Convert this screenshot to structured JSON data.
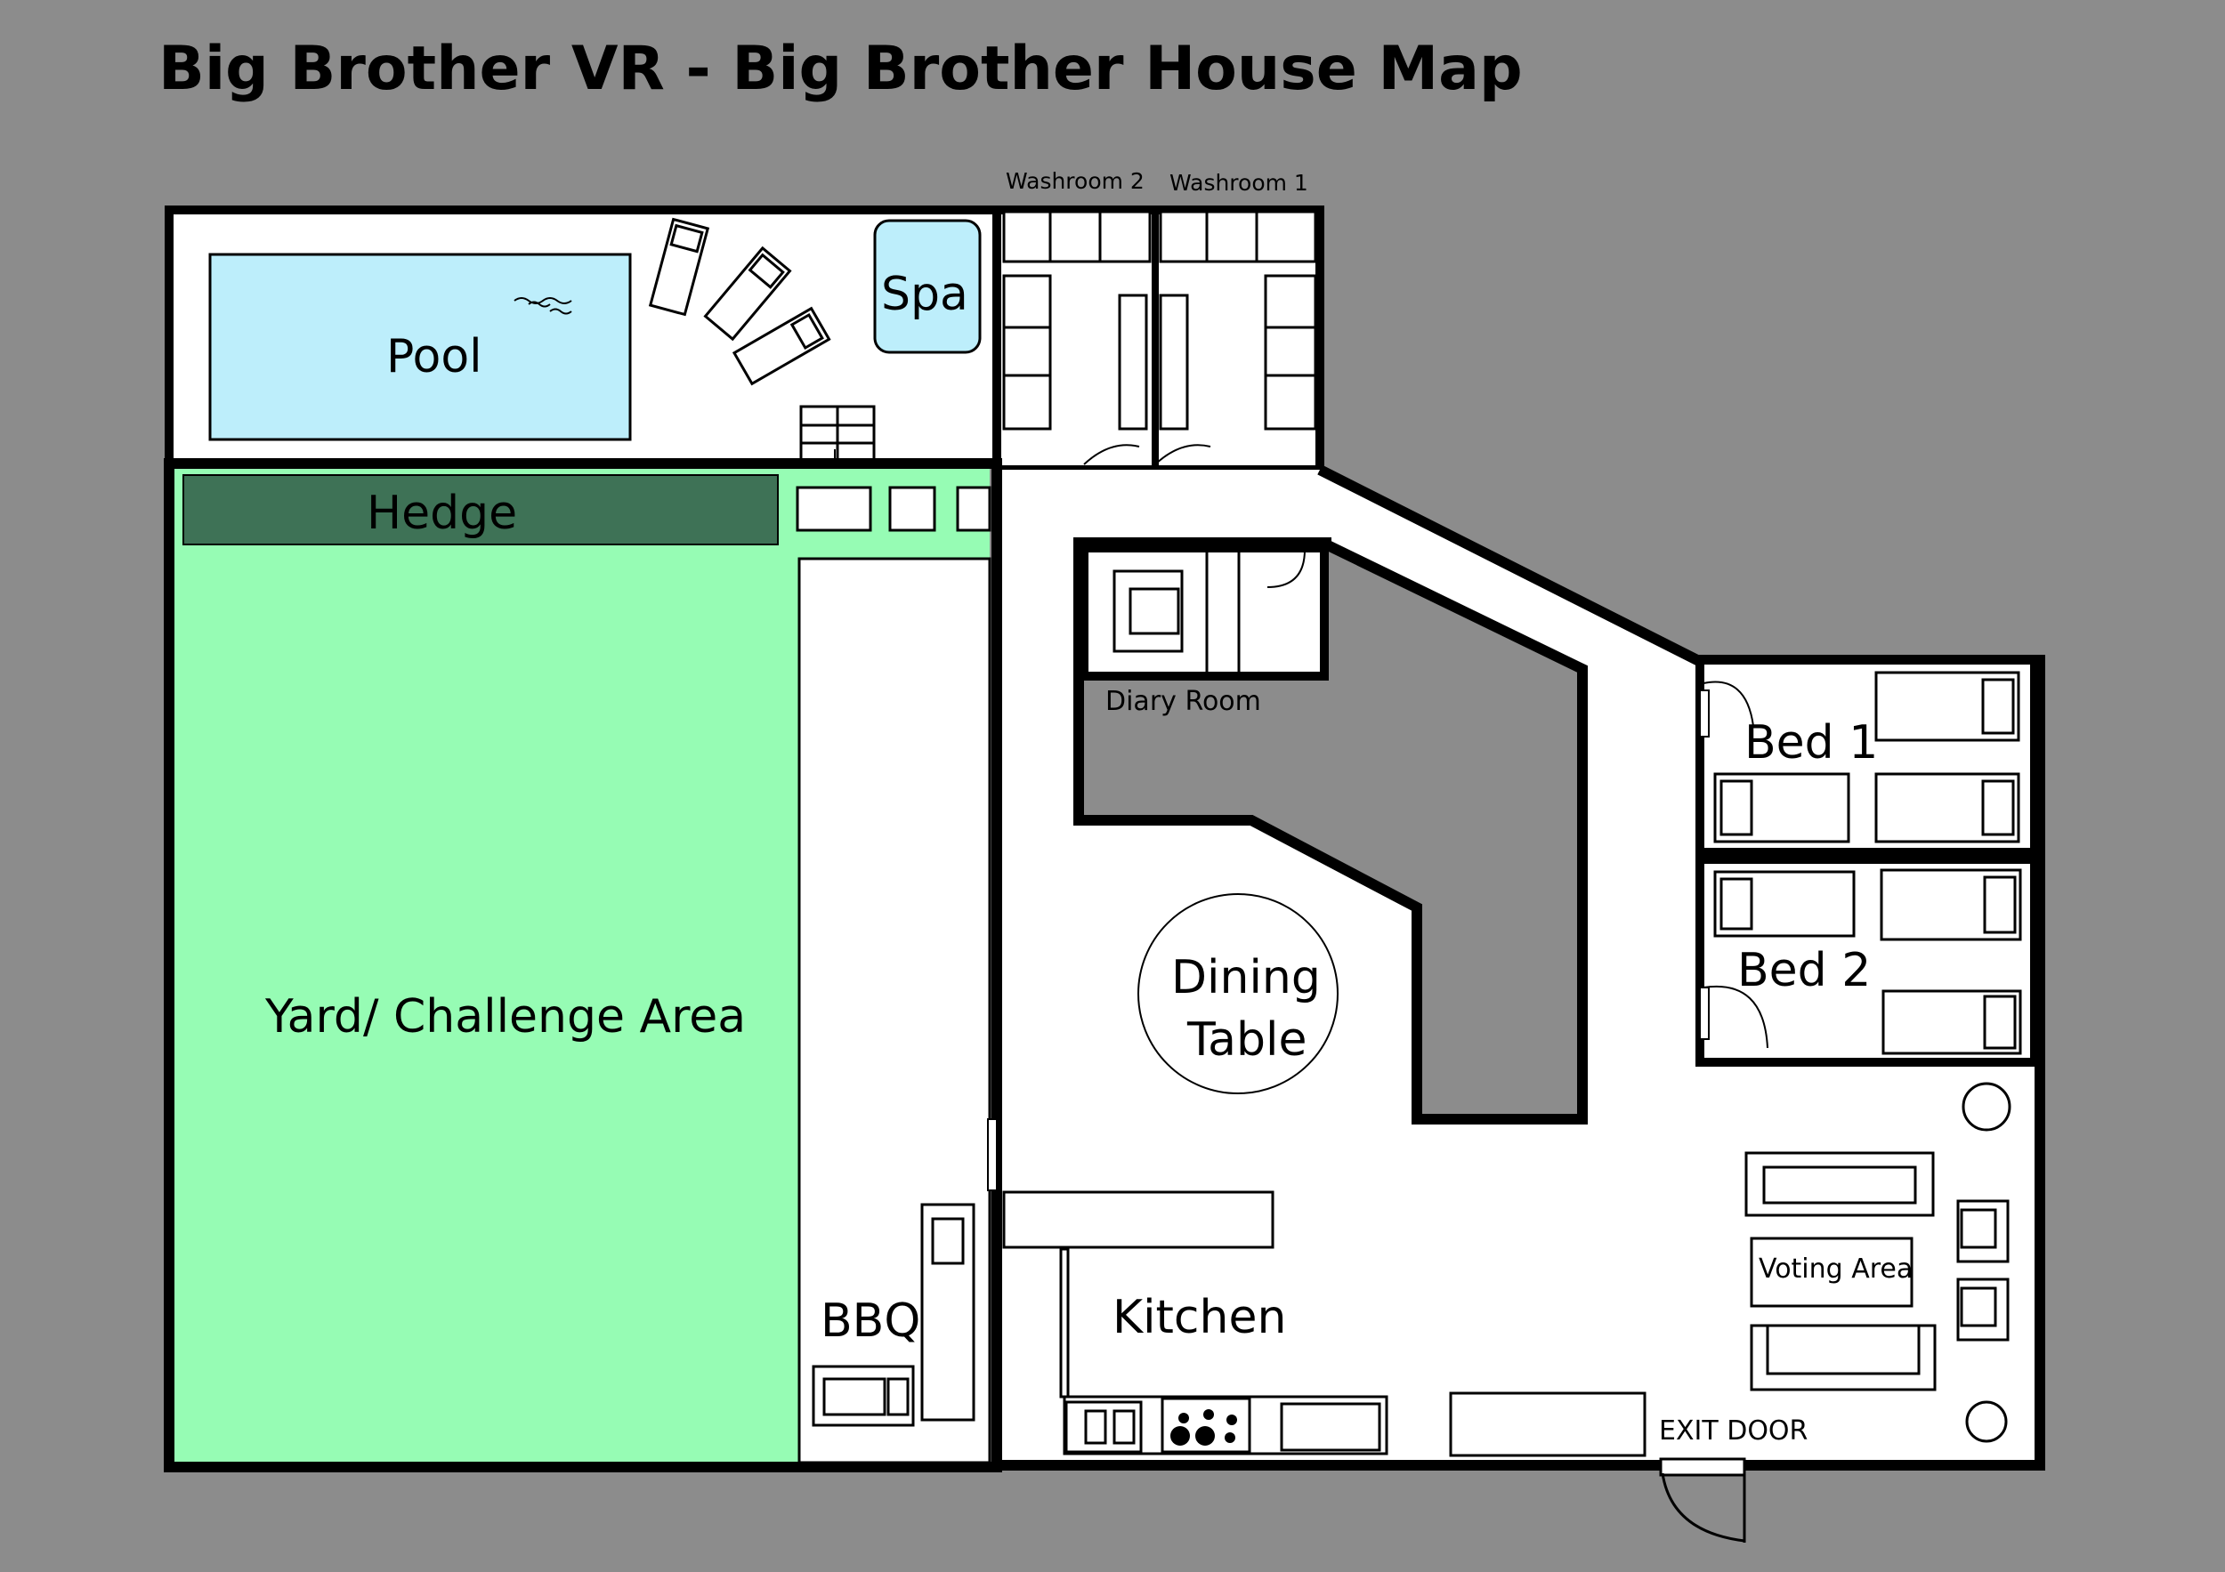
{
  "title": "Big Brother VR - Big Brother House Map",
  "rooms": {
    "pool": "Pool",
    "spa": "Spa",
    "washroom_2": "Washroom 2",
    "washroom_1": "Washroom 1",
    "hedge": "Hedge",
    "diary_room": "Diary Room",
    "bed_1": "Bed 1",
    "bed_2": "Bed 2",
    "yard": "Yard/ Challenge Area",
    "dining_line1": "Dining",
    "dining_line2": "Table",
    "bbq": "BBQ",
    "kitchen": "Kitchen",
    "voting_area": "Voting Area",
    "exit_door": "EXIT DOOR"
  },
  "colors": {
    "background": "#8c8c8c",
    "pool_water": "#bdeefb",
    "yard_grass": "#96fcb4",
    "hedge": "#3e7256",
    "walls": "#000000",
    "floor": "#ffffff"
  }
}
